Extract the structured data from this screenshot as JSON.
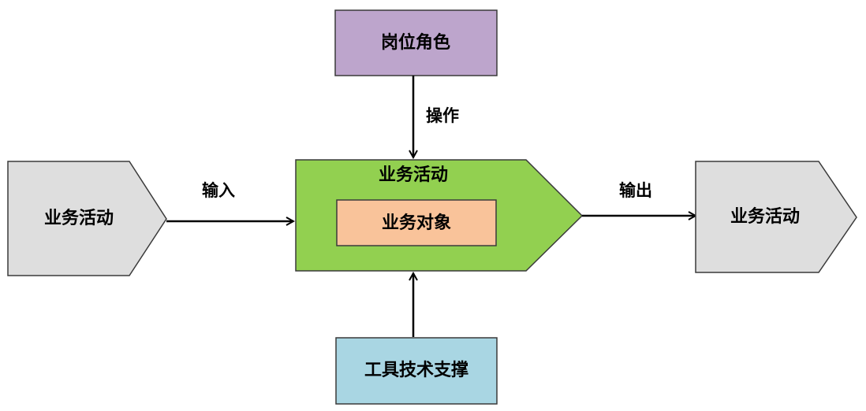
{
  "nodes": {
    "role": {
      "label": "岗位角色",
      "fill": "#BDA5CC"
    },
    "main_activity": {
      "label": "业务活动",
      "fill": "#92D050"
    },
    "business_object": {
      "label": "业务对象",
      "fill": "#F9C39A"
    },
    "input_activity": {
      "label": "业务活动",
      "fill": "#DEDEDE"
    },
    "output_activity": {
      "label": "业务活动",
      "fill": "#DEDEDE"
    },
    "tool_support": {
      "label": "工具技术支撑",
      "fill": "#A9D6E3"
    }
  },
  "edges": {
    "operate": {
      "label": "操作"
    },
    "input": {
      "label": "输入"
    },
    "output": {
      "label": "输出"
    }
  },
  "colors": {
    "stroke": "#3A3A3A",
    "arrow": "#000000"
  }
}
